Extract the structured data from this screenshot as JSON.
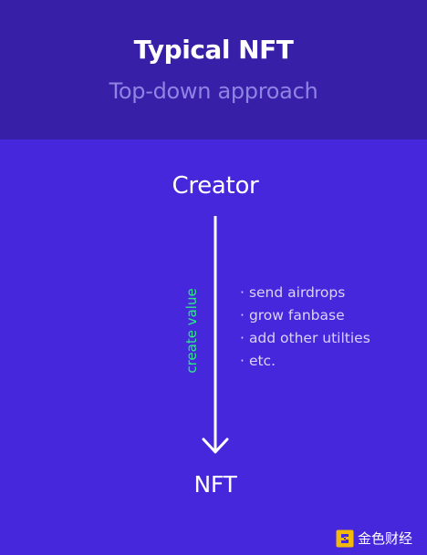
{
  "header": {
    "title": "Typical NFT",
    "subtitle": "Top-down approach"
  },
  "diagram": {
    "top_node": "Creator",
    "bottom_node": "NFT",
    "arrow_label": "create value",
    "bullets": [
      "send airdrops",
      "grow fanbase",
      "add other utilties",
      "etc."
    ]
  },
  "watermark": {
    "text": "金色财经"
  },
  "colors": {
    "header_bg": "#371fa8",
    "main_bg": "#4727db",
    "subtitle": "#8f83e4",
    "arrow_label": "#2ee88a",
    "bullet_text": "#d9d3ff",
    "watermark_logo": "#f0b90b"
  }
}
